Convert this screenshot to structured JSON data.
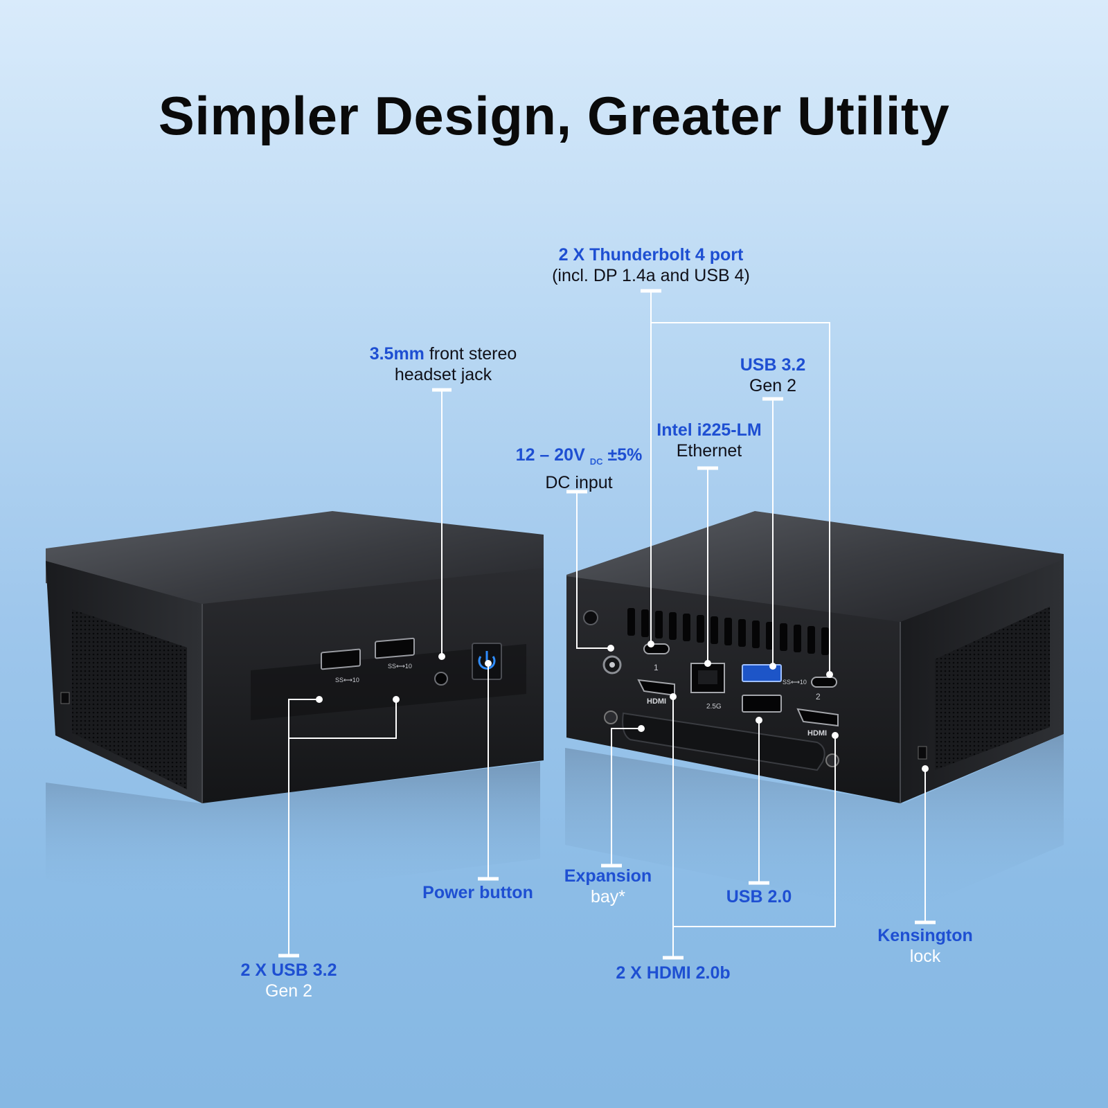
{
  "headline": "Simpler Design, Greater Utility",
  "labels": {
    "thunderbolt": {
      "strong": "2 X Thunderbolt 4 port",
      "detail": "(incl. DP 1.4a and USB 4)"
    },
    "audio_jack": {
      "strong": "3.5mm",
      "rest": " front stereo",
      "line2": "headset jack"
    },
    "usb32_rear": {
      "strong": "USB 3.2",
      "line2": "Gen 2"
    },
    "ethernet": {
      "strong": "Intel i225-LM",
      "line2": "Ethernet"
    },
    "dc_input": {
      "strong": "12 – 20V",
      "sub": "DC",
      "tol": " ±5%",
      "line2": "DC input"
    },
    "power_button": {
      "strong": "Power button"
    },
    "expansion_bay": {
      "strong": "Expansion",
      "line2": "bay*"
    },
    "usb20": {
      "strong": "USB 2.0"
    },
    "kensington": {
      "strong": "Kensington",
      "line2": "lock"
    },
    "usb32_front": {
      "strong": "2 X USB 3.2",
      "line2": "Gen 2"
    },
    "hdmi": {
      "strong": "2 X HDMI 2.0b"
    }
  },
  "port_marks": {
    "front_usb_a": "SS⟷10",
    "front_usb_b": "SS⟷10",
    "tb_1": "1",
    "tb_2": "2",
    "hdmi_a": "HDMI",
    "hdmi_b": "HDMI",
    "lan_speed": "2.5G",
    "rear_usb_ss": "SS⟷10"
  },
  "colors": {
    "label_blue": "#1e4fd2",
    "label_dark": "#101018",
    "label_white": "#ffffff",
    "chassis": "#1c1d20",
    "callout_line": "#ffffff"
  }
}
